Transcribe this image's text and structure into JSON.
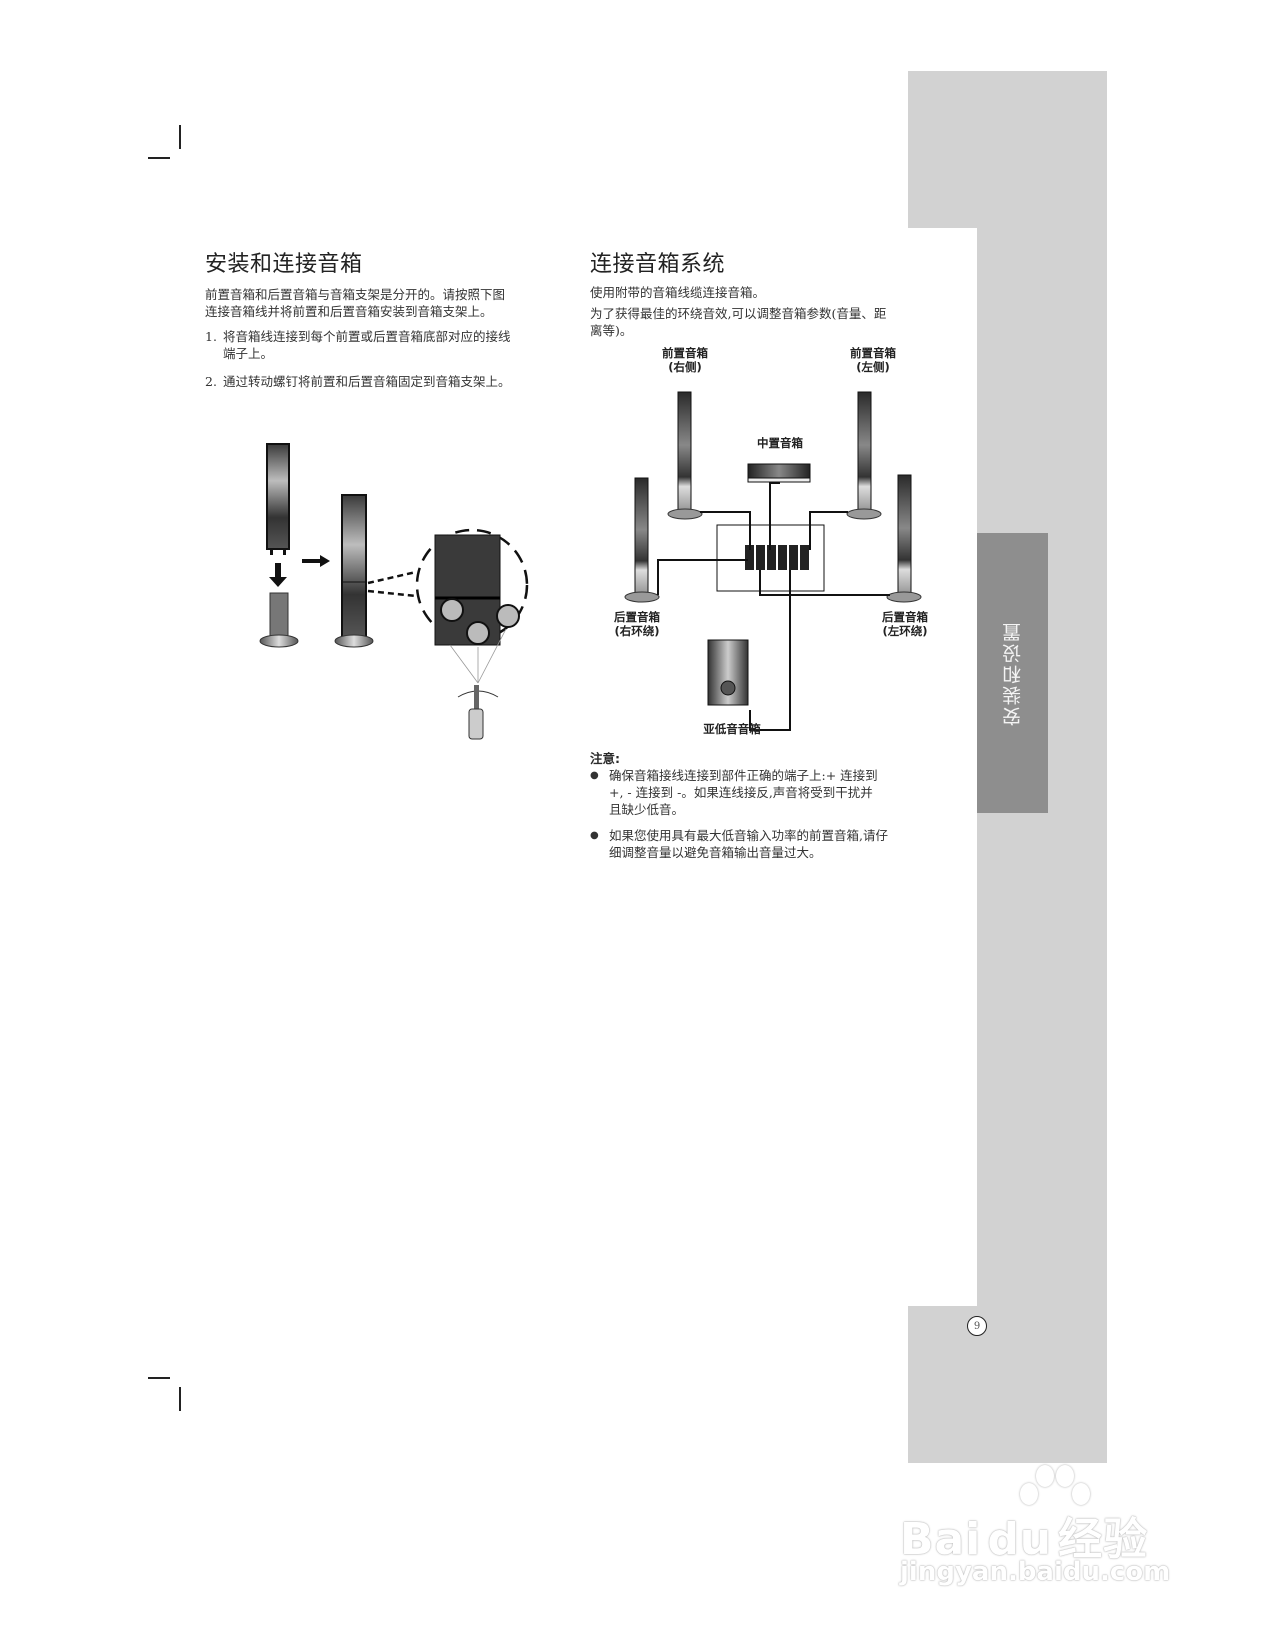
{
  "left_section": {
    "title": "安装和连接音箱",
    "intro": [
      "前置音箱和后置音箱与音箱支架是分开的。请按照下图",
      "连接音箱线并将前置和后置音箱安装到音箱支架上。"
    ],
    "steps": [
      {
        "num": "1.",
        "lines": [
          "将音箱线连接到每个前置或后置音箱底部对应的接线",
          "端子上。"
        ]
      },
      {
        "num": "2.",
        "lines": [
          "通过转动螺钉将前置和后置音箱固定到音箱支架上。"
        ]
      }
    ],
    "figure": {
      "description": "speaker-stand-assembly-illustration"
    }
  },
  "right_section": {
    "title": "连接音箱系统",
    "intro": [
      "使用附带的音箱线缆连接音箱。",
      "为了获得最佳的环绕音效,可以调整音箱参数(音量、距",
      "离等)。"
    ],
    "diagram": {
      "front_right": {
        "line1": "前置音箱",
        "line2": "(右侧)"
      },
      "front_left": {
        "line1": "前置音箱",
        "line2": "(左侧)"
      },
      "center": "中置音箱",
      "rear_right": {
        "line1": "后置音箱",
        "line2": "(右环绕)"
      },
      "rear_left": {
        "line1": "后置音箱",
        "line2": "(左环绕)"
      },
      "subwoofer": "亚低音音箱"
    },
    "note": {
      "title": "注意:",
      "bullets": [
        [
          "确保音箱接线连接到部件正确的端子上:+ 连接到",
          "+, - 连接到 -。如果连线接反,声音将受到干扰并",
          "且缺少低音。"
        ],
        [
          "如果您使用具有最大低音输入功率的前置音箱,请仔",
          "细调整音量以避免音箱输出音量过大。"
        ]
      ]
    }
  },
  "sidebar": {
    "tab_label": "安装和设置",
    "page_number": "9"
  },
  "watermark": {
    "brand_left": "Bai",
    "brand_paw": "du",
    "brand_right": "经验",
    "url": "jingyan.baidu.com"
  },
  "colors": {
    "sidebar_gray": "#d2d2d2",
    "tab_gray": "#8e8e8e"
  }
}
